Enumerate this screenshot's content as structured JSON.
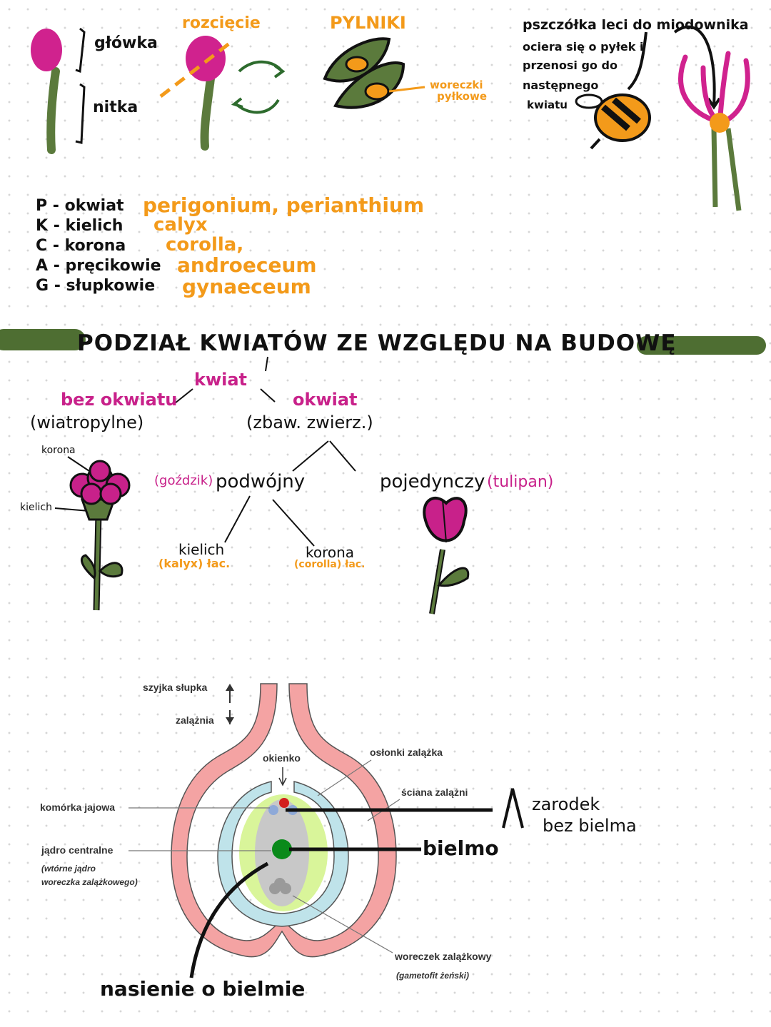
{
  "top": {
    "stamen_labels": {
      "head": "główka",
      "filament": "nitka"
    },
    "cut_label": "rozcięcie",
    "anthers_title": "PYLNIKI",
    "pollen_sacs": [
      "woreczki",
      "pyłkowe"
    ],
    "bee_note": [
      "pszczółka leci do miodownika",
      "ociera się o pyłek i",
      "przenosi go do",
      "następnego",
      "kwiatu"
    ]
  },
  "legend": [
    {
      "symbol": "P",
      "term": "okwiat",
      "latin": "perigonium, perianthium"
    },
    {
      "symbol": "K",
      "term": "kielich",
      "latin": "calyx"
    },
    {
      "symbol": "C",
      "term": "korona",
      "latin": "corolla,"
    },
    {
      "symbol": "A",
      "term": "pręcikowie",
      "latin": "androeceum"
    },
    {
      "symbol": "G",
      "term": "słupkowie",
      "latin": "gynaeceum"
    }
  ],
  "section_title": "PODZIAŁ KWIATÓW ZE WZGLĘDU NA BUDOWĘ",
  "tree": {
    "root": "kwiat",
    "left": "bez okwiatu",
    "left_sub": "(wiatropylne)",
    "right": "okwiat",
    "right_sub": "(zbaw. zwierz.)",
    "double": "podwójny",
    "double_example": "(goździk)",
    "single": "pojedynczy",
    "single_example": "(tulipan)",
    "calyx": "kielich",
    "calyx_latin": "(kalyx) łac.",
    "corolla": "korona",
    "corolla_latin": "(corolla) łac.",
    "carnation_labels": {
      "corolla": "korona",
      "calyx": "kielich"
    }
  },
  "diagram": {
    "style_label": "szyjka słupka",
    "ovary_label": "zalążnia",
    "micropyle": "okienko",
    "integuments": "osłonki zalążka",
    "ovary_wall": "ściana zalążni",
    "egg_cell": "komórka jajowa",
    "central_nucleus": "jądro centralne",
    "central_nucleus_note": [
      "(wtórne jądro",
      "woreczka zalążkowego)"
    ],
    "embryo_sac": "woreczek zalążkowy",
    "embryo_sac_note": "(gametofit żeński)",
    "annotations": {
      "embryo": [
        "zarodek",
        "bez bielma"
      ],
      "endosperm": "bielmo",
      "seed": "nasienie o bielmie"
    },
    "embryo_symbol": "Λ"
  },
  "colors": {
    "pink": "#c8218a",
    "orange": "#f39a1a",
    "green": "#5b7a3c",
    "wall": "#f4a3a3",
    "integument": "#bfe3ea",
    "sac": "#d9f59a"
  }
}
